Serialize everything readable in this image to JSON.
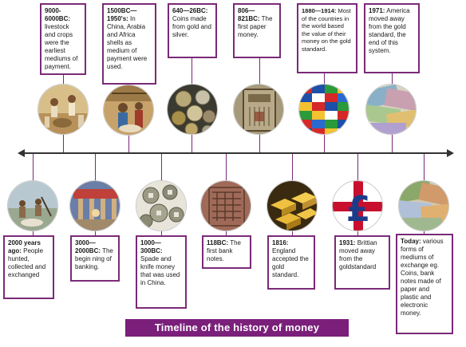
{
  "title": "Timeline of the history of money",
  "top_events": [
    {
      "date": "9000-6000BC:",
      "text": "livestock and crops were the earliest mediums of payment."
    },
    {
      "date": "1500BC—1950's:",
      "text": "In China, Arabia and Africa shells as medium of payment were used."
    },
    {
      "date": "640—26BC:",
      "text": "Coins made from gold and silver."
    },
    {
      "date": "806—821BC:",
      "text": "The first paper money."
    },
    {
      "date": "1880—1914:",
      "text": "Most of the countries in the world based the value of their money on the gold standard."
    },
    {
      "date": "1971:",
      "text": "America moved away from the gold standard, the end of this system."
    }
  ],
  "bottom_events": [
    {
      "date": "2000 years ago:",
      "text": "People hunted, collected and exchanged"
    },
    {
      "date": "3000—2000BC:",
      "text": "The begin ning of banking."
    },
    {
      "date": "1000—300BC:",
      "text": "Spade and knife money that was used in China."
    },
    {
      "date": "118BC:",
      "text": "The first bank notes."
    },
    {
      "date": "1816:",
      "text": "England accepted the gold standard."
    },
    {
      "date": "1931:",
      "text": "Brittian moved away from the goldstandard"
    },
    {
      "date": "Today:",
      "text": "various forms of mediums of exchange eg. Coins, bank notes made of paper and plastic and electronic money."
    }
  ],
  "images": [
    {
      "icon": "farming-scene-icon",
      "color": "#c9a46a"
    },
    {
      "icon": "shells-market-icon",
      "color": "#b88a4a"
    },
    {
      "icon": "ancient-coins-icon",
      "color": "#6f6f5a"
    },
    {
      "icon": "paper-money-icon",
      "color": "#8a8064"
    },
    {
      "icon": "world-flags-icon",
      "color": "#c23b3b"
    },
    {
      "icon": "banknotes-icon",
      "color": "#9aa8a0"
    },
    {
      "icon": "hunters-icon",
      "color": "#a7b2a0"
    },
    {
      "icon": "ancient-bank-icon",
      "color": "#6b7c9a"
    },
    {
      "icon": "spade-coins-icon",
      "color": "#9a9a88"
    },
    {
      "icon": "bank-note-icon",
      "color": "#9a6a52"
    },
    {
      "icon": "gold-bars-icon",
      "color": "#c99a2a"
    },
    {
      "icon": "pound-sign-icon",
      "color": "#1a3c8a"
    },
    {
      "icon": "world-currency-icon",
      "color": "#7a9a60"
    }
  ],
  "accent_color": "#7a2a78",
  "banner_color": "#7a1f7a"
}
